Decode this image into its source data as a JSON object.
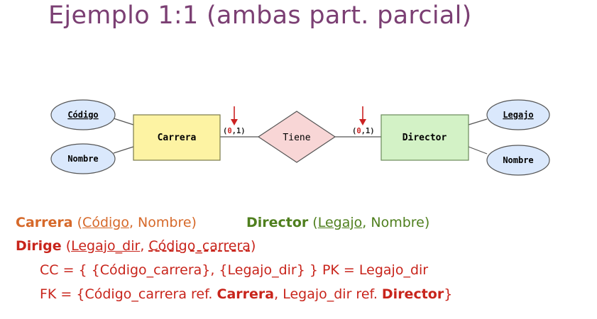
{
  "title": "Ejemplo 1:1 (ambas part. parcial)",
  "diagram": {
    "entities": [
      {
        "name": "Carrera",
        "fill": "#fdf3a3",
        "stroke": "#7a7a4a"
      },
      {
        "name": "Director",
        "fill": "#d3f2c6",
        "stroke": "#6a8a5a"
      }
    ],
    "relationship": {
      "name": "Tiene",
      "fill": "#f8d6d6",
      "stroke": "#555555"
    },
    "attributes": [
      {
        "label": "Código",
        "key": true
      },
      {
        "label": "Nombre",
        "key": false
      },
      {
        "label": "Legajo",
        "key": true
      },
      {
        "label": "Nombre",
        "key": false
      }
    ],
    "cardinality_left": {
      "open": "(",
      "zero": "0",
      "rest": ",1)"
    },
    "cardinality_right": {
      "open": "(",
      "zero": "0",
      "rest": ",1)"
    },
    "arrow_color": "#cc2222",
    "attribute_fill": "#dae8fc"
  },
  "schema": {
    "carrera": {
      "name": "Carrera",
      "open": " (",
      "pk": "Código",
      "rest": ", Nombre)"
    },
    "director": {
      "name": "Director",
      "open": " (",
      "pk": "Legajo",
      "rest": ", Nombre)"
    },
    "dirige": {
      "name": "Dirige",
      "open": " (",
      "a1": "Legajo_dir",
      "sep": ", ",
      "a2": "Código_carrera",
      "close": ")"
    },
    "cc_line": "CC = { {Código_carrera}, {Legajo_dir} }   PK = Legajo_dir",
    "fk": {
      "p1": "FK = {Código_carrera ref. ",
      "ent1": "Carrera",
      "p2": ", Legajo_dir ref. ",
      "ent2": "Director",
      "p3": "}"
    }
  },
  "colors": {
    "title": "#7b3f73",
    "carrera": "#d6692a",
    "director": "#4f7f1e",
    "dirige": "#c8241b"
  }
}
